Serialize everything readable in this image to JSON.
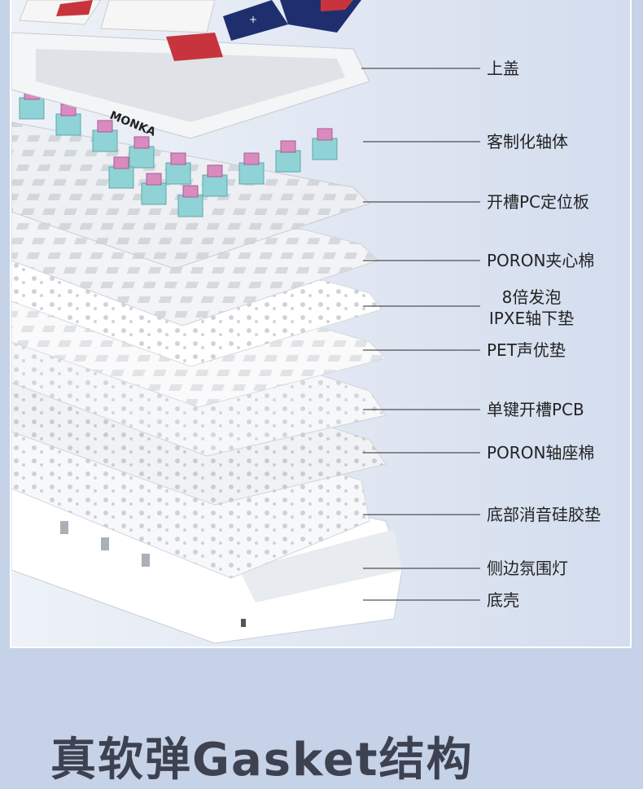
{
  "diagram": {
    "brand_mark": "MONKA",
    "layers": [
      {
        "name": "上盖"
      },
      {
        "name": "客制化轴体"
      },
      {
        "name": "开槽PC定位板"
      },
      {
        "name": "PORON夹心棉"
      },
      {
        "name": "8倍发泡",
        "line2": "IPXE轴下垫"
      },
      {
        "name": "PET声优垫"
      },
      {
        "name": "单键开槽PCB"
      },
      {
        "name": "PORON轴座棉"
      },
      {
        "name": "底部消音硅胶垫"
      },
      {
        "name": "侧边氛围灯"
      },
      {
        "name": "底壳"
      }
    ],
    "colors": {
      "background": "#c5d2e8",
      "keycap_red": "#c8343d",
      "keycap_navy": "#1f2f6e",
      "switch_pink": "#d98bc0",
      "switch_teal": "#8fd3d6",
      "layer_white": "#f4f5f7"
    }
  },
  "headline": "真软弹Gasket结构"
}
